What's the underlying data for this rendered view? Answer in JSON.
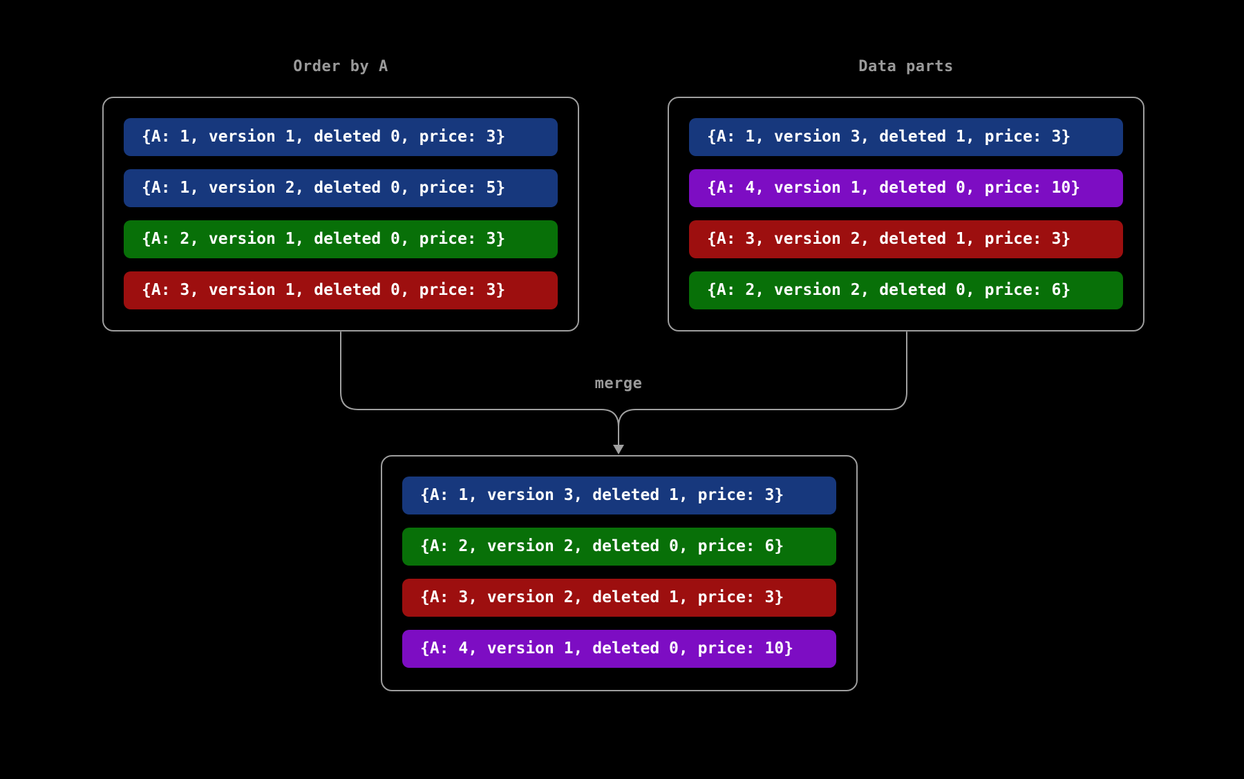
{
  "background": "#000000",
  "palette": {
    "blue": "#17387d",
    "green": "#087008",
    "red": "#9d0f0f",
    "purple": "#7d0dc3",
    "box_border": "#9e9e9e",
    "connector": "#a0a0a0",
    "label_text": "#9a9a9a",
    "row_text": "#ffffff"
  },
  "labels": {
    "merge": "merge"
  },
  "boxes": {
    "order_by_a": {
      "title": "Order by A",
      "rows": [
        {
          "color": "blue",
          "text": "{A: 1, version 1, deleted 0, price: 3}"
        },
        {
          "color": "blue",
          "text": "{A: 1, version 2, deleted 0, price: 5}"
        },
        {
          "color": "green",
          "text": "{A: 2, version 1, deleted 0, price: 3}"
        },
        {
          "color": "red",
          "text": "{A: 3, version 1, deleted 0, price: 3}"
        }
      ]
    },
    "data_parts": {
      "title": "Data parts",
      "rows": [
        {
          "color": "blue",
          "text": "{A: 1, version 3, deleted 1, price: 3}"
        },
        {
          "color": "purple",
          "text": "{A: 4, version 1, deleted 0, price: 10}"
        },
        {
          "color": "red",
          "text": "{A: 3, version 2, deleted 1, price: 3}"
        },
        {
          "color": "green",
          "text": "{A: 2, version 2, deleted 0, price: 6}"
        }
      ]
    },
    "merged": {
      "rows": [
        {
          "color": "blue",
          "text": "{A: 1, version 3, deleted 1, price: 3}"
        },
        {
          "color": "green",
          "text": "{A: 2, version 2, deleted 0, price: 6}"
        },
        {
          "color": "red",
          "text": "{A: 3, version 2, deleted 1, price: 3}"
        },
        {
          "color": "purple",
          "text": "{A: 4, version 1, deleted 0, price: 10}"
        }
      ]
    }
  }
}
